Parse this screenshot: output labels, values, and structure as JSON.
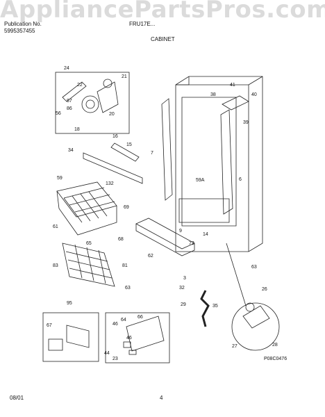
{
  "header": {
    "publication_label": "Publication No.",
    "publication_no": "5995357455",
    "model_label": "FRU17E...",
    "section": "CABINET",
    "watermark": "AppliancePartsPros.com"
  },
  "parts": {
    "p3": "3",
    "p6": "6",
    "p7": "7",
    "p9": "9",
    "p14": "14",
    "p15": "15",
    "p16": "16",
    "p18": "18",
    "p20": "20",
    "p21": "21",
    "p22": "22",
    "p23": "23",
    "p24": "24",
    "p26": "26",
    "p27": "27",
    "p28": "28",
    "p29": "29",
    "p32": "32",
    "p34": "34",
    "p35": "35",
    "p38": "38",
    "p39": "39",
    "p40": "40",
    "p41": "41",
    "p44": "44",
    "p46a": "46",
    "p46b": "46",
    "p56": "56",
    "p59": "59",
    "p59a": "59A",
    "p61": "61",
    "p62": "62",
    "p63a": "63",
    "p63b": "63",
    "p64": "64",
    "p65": "65",
    "p66": "66",
    "p67": "67",
    "p68": "68",
    "p69": "69",
    "p72": "72",
    "p81": "81",
    "p83": "83",
    "p86": "86",
    "p87": "87",
    "p95": "95",
    "p132": "132"
  },
  "diagram_code": "P08C0476",
  "footer": {
    "date": "08/01",
    "page": "4"
  }
}
